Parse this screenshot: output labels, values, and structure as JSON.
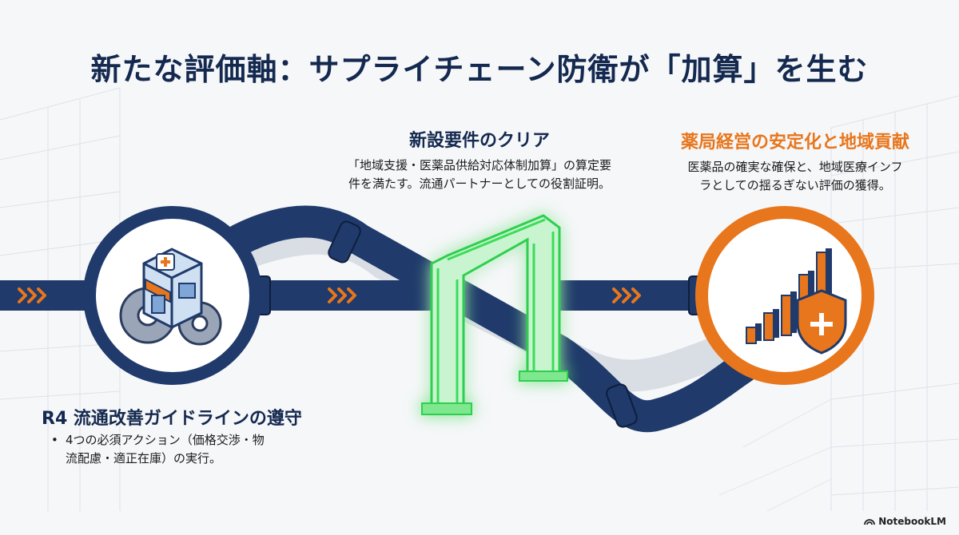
{
  "title": "新たな評価軸：サプライチェーン防衛が「加算」を生む",
  "middle": {
    "heading": "新設要件のクリア",
    "body_lines": [
      "「地域支援・医薬品供給対応体制加算」の算定要",
      "件を満たす。流通パートナーとしての役割証明。"
    ]
  },
  "right": {
    "heading": "薬局経営の安定化と地域貢献",
    "body_lines": [
      "医薬品の確実な確保と、地域医療インフ",
      "ラとしての揺るぎない評価の獲得。"
    ]
  },
  "left": {
    "heading": "R4 流通改善ガイドラインの遵守",
    "bullet_lines": [
      "4つの必須アクション（価格交渉・物",
      "流配慮・適正在庫）の実行。"
    ]
  },
  "brand": "NotebookLM",
  "icons": {
    "left_circle": "pharmacy-building-with-gears-icon",
    "gate": "green-glowing-gate-icon",
    "right_circle": "rising-bar-chart-with-shield-icon",
    "flow": "chevron-arrows-icon"
  },
  "colors": {
    "navy": "#14294f",
    "pipe": "#1f3a6b",
    "orange": "#e8761c",
    "green": "#3ddc5a",
    "background": "#f6f7f9"
  }
}
